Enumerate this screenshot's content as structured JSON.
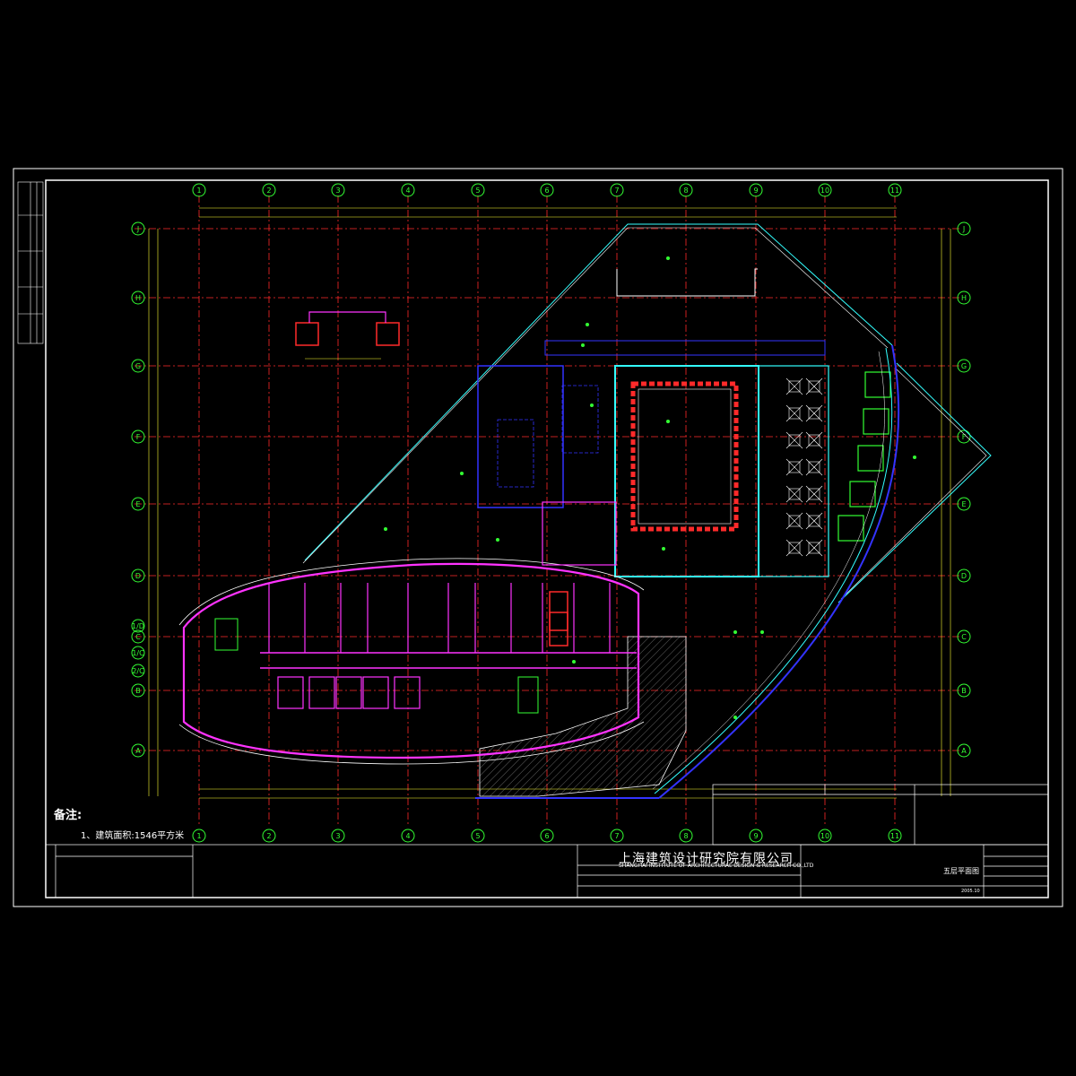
{
  "axes": {
    "columns": [
      "1",
      "2",
      "3",
      "4",
      "5",
      "6",
      "7",
      "8",
      "9",
      "10",
      "11"
    ],
    "rows": [
      "A",
      "B",
      "C",
      "D",
      "E",
      "F",
      "G",
      "H",
      "J"
    ],
    "rows_sub": [
      "1/C",
      "2/C",
      "1/D"
    ]
  },
  "notes": {
    "title": "备注:",
    "items": [
      "1、建筑面积:1546平方米"
    ]
  },
  "title_block": {
    "company_cn": "上海建筑设计研究院有限公司",
    "company_en": "SHANGHAI INSTITUTE OF ARCHITECTURAL DESIGN & RESEARCH CO.,LTD",
    "sheet_title": "五层平面图",
    "scale_date": "2005.10"
  },
  "colors": {
    "background": "#000000",
    "grid_red": "#ff2a2a",
    "wall_magenta": "#ff33ff",
    "axis_green": "#33ff33",
    "dim_yellow": "#ffff33",
    "outline_cyan": "#33ffff",
    "blue": "#3333ff",
    "frame_white": "#ffffff"
  }
}
